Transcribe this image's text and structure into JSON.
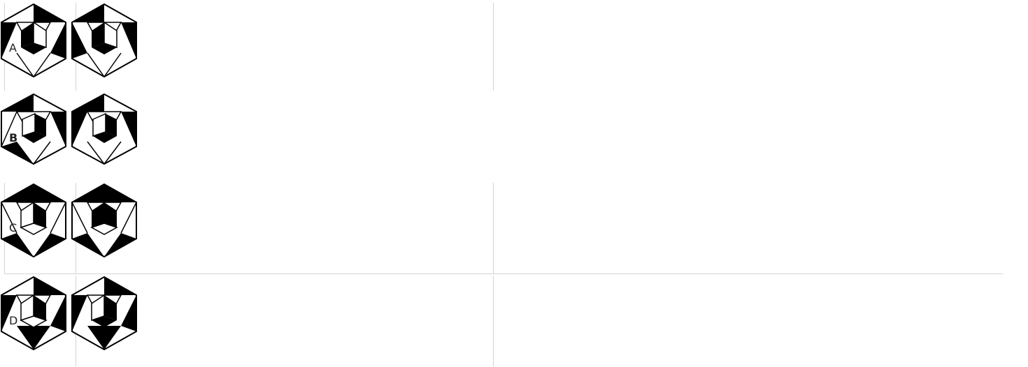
{
  "rows": [
    {
      "label": "A"
    },
    {
      "label": "B"
    },
    {
      "label": "C"
    },
    {
      "label": "D"
    }
  ]
}
